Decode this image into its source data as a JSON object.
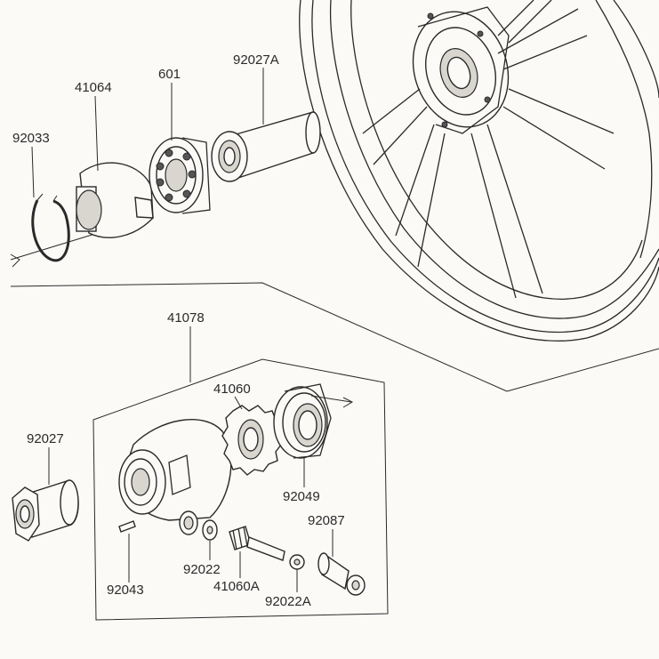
{
  "labels": {
    "p92027A": "92027A",
    "p601": "601",
    "p41064": "41064",
    "p92033": "92033",
    "p41078": "41078",
    "p41060": "41060",
    "p92027": "92027",
    "p92049": "92049",
    "p92087": "92087",
    "p92043": "92043",
    "p92022": "92022",
    "p41060A": "41060A",
    "p92022A": "92022A"
  }
}
